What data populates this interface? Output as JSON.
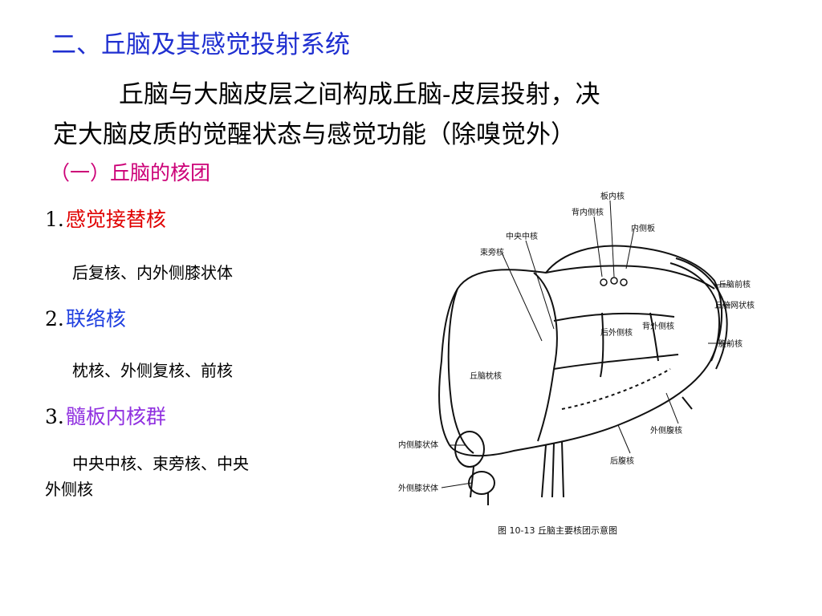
{
  "slide": {
    "heading": "二、丘脑及其感觉投射系统",
    "intro_line1": "丘脑与大脑皮层之间构成丘脑-皮层投射，决",
    "intro_line2": "定大脑皮质的觉醒状态与感觉功能（除嗅觉外）",
    "subheading": "（一）丘脑的核团",
    "sections": [
      {
        "number": "1.",
        "label": "感觉接替核",
        "detail": "后复核、内外侧膝状体"
      },
      {
        "number": "2.",
        "label": "联络核",
        "detail": "枕核、外侧复核、前核"
      },
      {
        "number": "3.",
        "label": "髓板内核群",
        "detail_line1": "中央中核、束旁核、中央",
        "detail_line2": "外侧核"
      }
    ],
    "colors": {
      "heading": "#1f2fd0",
      "subheading": "#cc0077",
      "section1": "#e00000",
      "section2": "#2040e0",
      "section3": "#9030e0"
    }
  },
  "figure": {
    "caption": "图 10-13  丘脑主要核团示意图",
    "labels": {
      "ban_nei_he": "板内核",
      "bei_nei_ce_he": "背内侧核",
      "zhong_yang_zhong_he": "中央中核",
      "nei_ce_ban": "内侧板",
      "shu_pang_he": "束旁核",
      "qiu_nao_qian_he": "丘脑前核",
      "qiu_nao_wang_zhuang_he": "丘脑网状核",
      "hou_wai_ce_he": "后外侧核",
      "bei_wai_ce_he": "背外侧核",
      "fu_qian_he": "腹前核",
      "qiu_nao_zhen": "丘脑枕核",
      "wai_ce_fu_he": "外侧腹核",
      "hou_fu_he": "后腹核",
      "nei_ce_xi_zhuang_ti": "内侧膝状体",
      "wai_ce_xi_zhuang_ti": "外侧膝状体"
    }
  }
}
